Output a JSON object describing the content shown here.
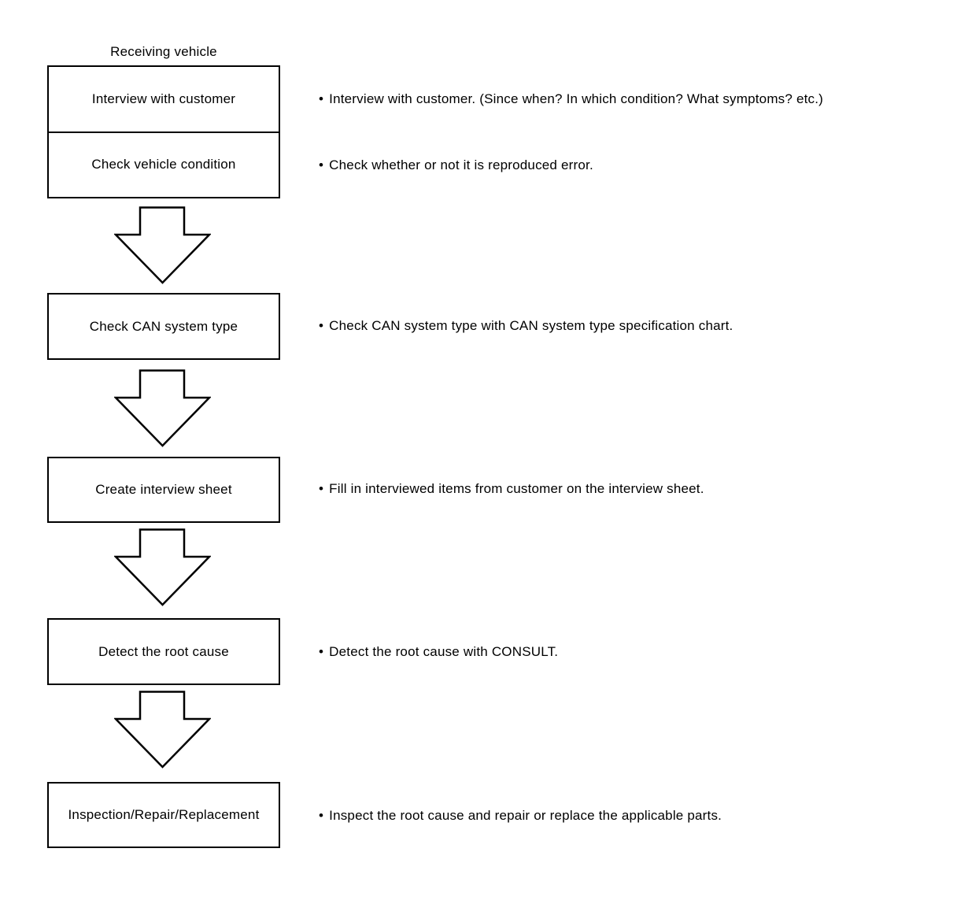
{
  "diagram": {
    "title": "Receiving vehicle",
    "intake_box": {
      "rows": [
        {
          "label": "Interview with customer"
        },
        {
          "label": "Check vehicle condition"
        }
      ]
    },
    "steps": [
      {
        "label": "Check CAN system type"
      },
      {
        "label": "Create interview sheet"
      },
      {
        "label": "Detect the root cause"
      },
      {
        "label": "Inspection/Repair/Replacement"
      }
    ],
    "notes": [
      {
        "bullet": "•",
        "text": "Interview with customer. (Since when? In which condition? What symptoms? etc.)"
      },
      {
        "bullet": "•",
        "text": "Check whether or not it is reproduced error."
      },
      {
        "bullet": "•",
        "text": "Check CAN system type with CAN system type specification chart."
      },
      {
        "bullet": "•",
        "text": "Fill in interviewed items from customer on the interview sheet."
      },
      {
        "bullet": "•",
        "text": "Detect the root cause with CONSULT."
      },
      {
        "bullet": "•",
        "text": "Inspect the root cause and repair or replace the applicable parts."
      }
    ],
    "colors": {
      "ink": "#000000",
      "background": "#ffffff"
    }
  }
}
